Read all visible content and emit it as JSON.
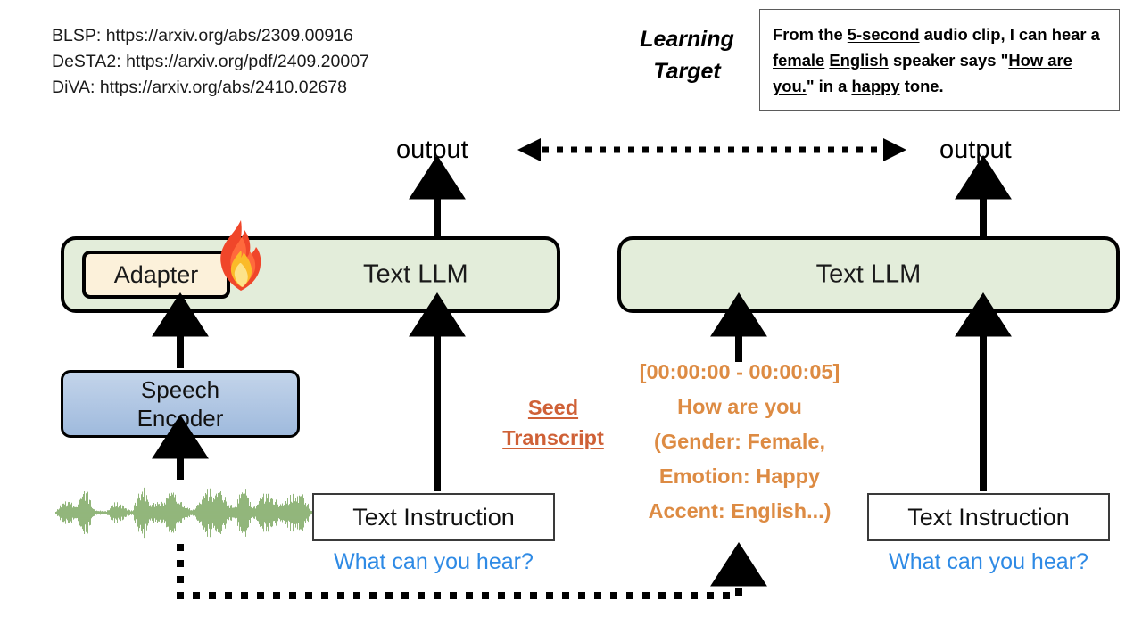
{
  "references": [
    "BLSP: https://arxiv.org/abs/2309.00916",
    "DeSTA2: https://arxiv.org/pdf/2409.20007",
    "DiVA: https://arxiv.org/abs/2410.02678"
  ],
  "learning_target": {
    "line1": "Learning",
    "line2": "Target"
  },
  "target_box": {
    "full_text": "From the 5-second audio clip, I can hear a female English speaker says \"How are you.\" in a happy tone.",
    "segments": [
      {
        "text": "From the ",
        "underline": false
      },
      {
        "text": "5-second",
        "underline": true
      },
      {
        "text": " audio clip, I can hear a ",
        "underline": false
      },
      {
        "text": "female",
        "underline": true
      },
      {
        "text": " ",
        "underline": false
      },
      {
        "text": "English",
        "underline": true
      },
      {
        "text": " speaker says \"",
        "underline": false
      },
      {
        "text": "How are you.",
        "underline": true
      },
      {
        "text": "\" in a ",
        "underline": false
      },
      {
        "text": "happy",
        "underline": true
      },
      {
        "text": " tone.",
        "underline": false
      }
    ]
  },
  "outputs": {
    "left": "output",
    "right": "output"
  },
  "pipeline_left": {
    "llm_label": "Text LLM",
    "adapter_label": "Adapter",
    "fire_icon": "fire-icon",
    "encoder_line1": "Speech",
    "encoder_line2": "Encoder",
    "waveform_icon": "audio-waveform-icon",
    "instruction_label": "Text Instruction",
    "instruction_value": "What can you hear?"
  },
  "pipeline_right": {
    "llm_label": "Text LLM",
    "instruction_label": "Text Instruction",
    "instruction_value": "What can you hear?"
  },
  "seed_transcript": {
    "line1": "Seed",
    "line2": "Transcript"
  },
  "transcript": {
    "lines": [
      "[00:00:00 - 00:00:05]",
      "How are you",
      "(Gender: Female,",
      "Emotion: Happy",
      "Accent: English...)"
    ]
  },
  "colors": {
    "llm_fill": "#e3edda",
    "adapter_fill": "#fcf1da",
    "encoder_fill": "#aec6e4",
    "waveform": "#7fa964",
    "instruction_blue": "#2e8ae5",
    "transcript_orange": "#dd8b43",
    "seed_orange": "#cf6137",
    "fire_outer": "#f04b2a",
    "fire_inner": "#fbbb29",
    "stroke": "#000000"
  }
}
